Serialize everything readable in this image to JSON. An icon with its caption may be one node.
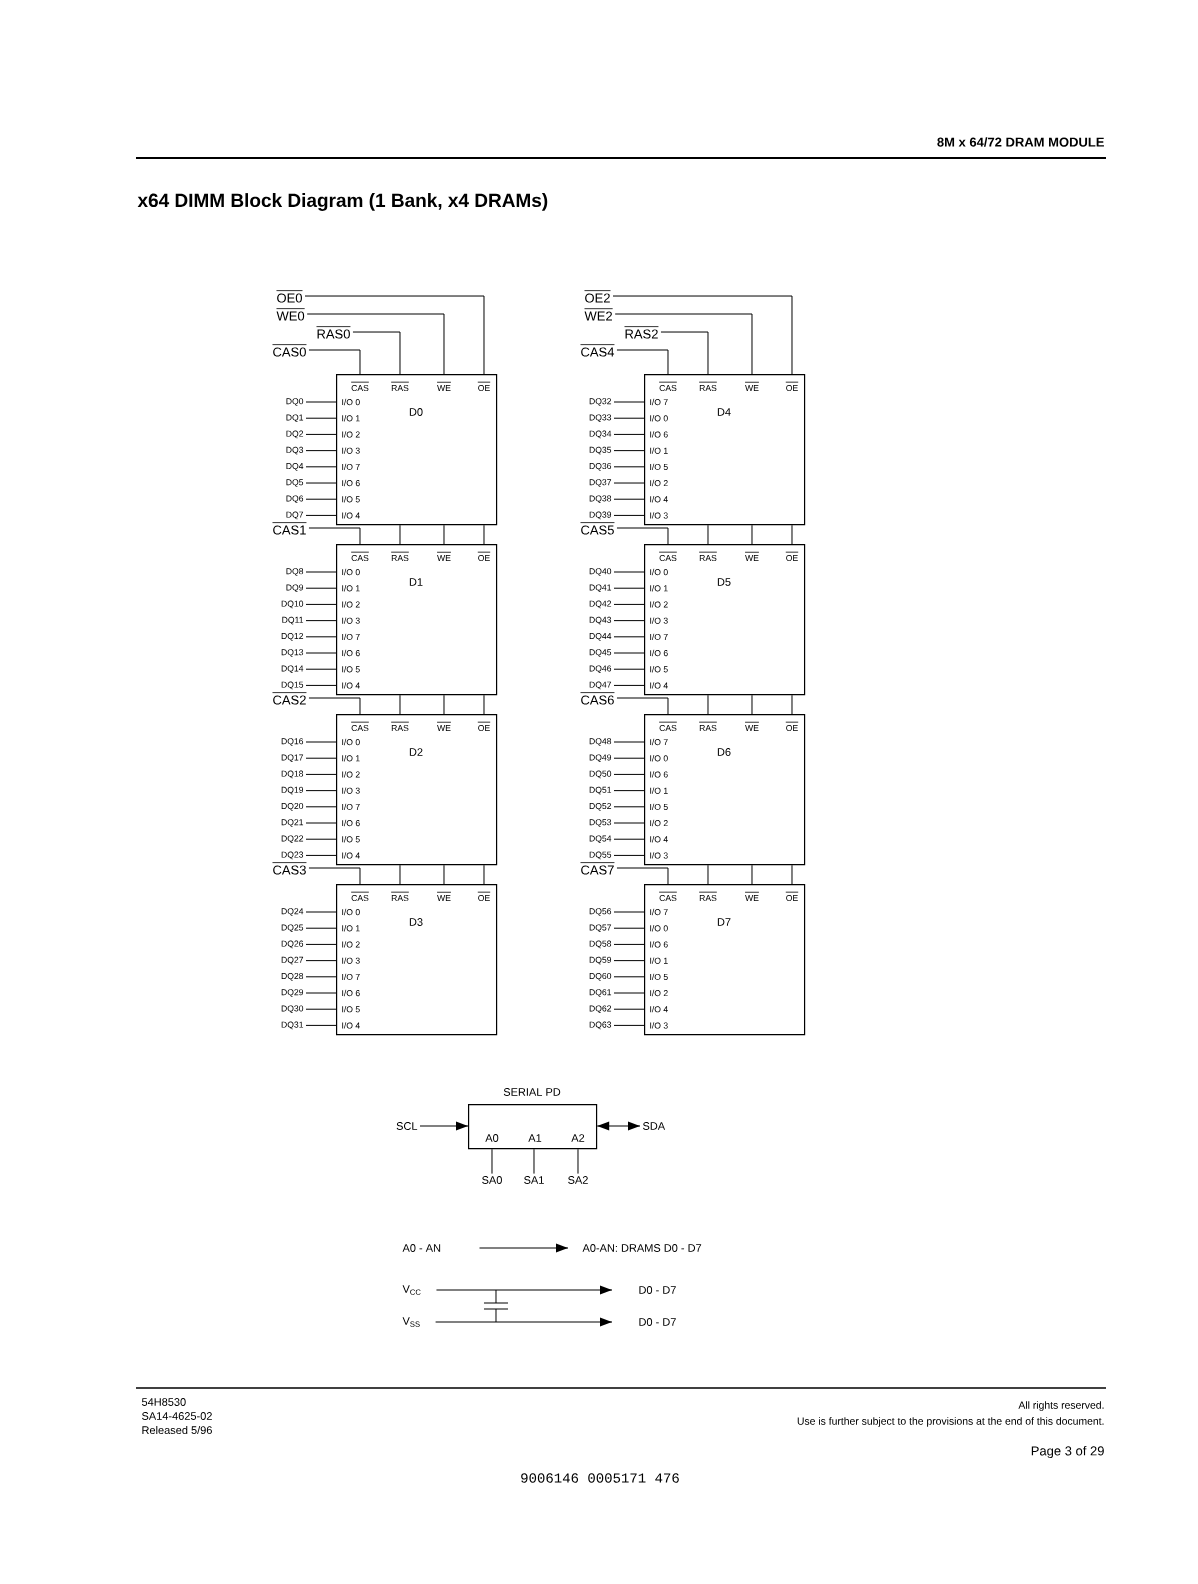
{
  "diagram": {
    "title": "x64 DIMM Block Diagram (1 Bank, x4 DRAMs)",
    "nodes": [
      {
        "text": [
          "OE0"
        ]
      },
      {
        "text": [
          "WE0"
        ]
      },
      {
        "text": [
          "RAS0"
        ]
      },
      {
        "text": [
          "CAS0"
        ]
      },
      {
        "text": [
          "CAS",
          "RAS",
          "WE",
          "OE",
          "D0",
          "I/O 0",
          "I/O 1",
          "I/O 2",
          "I/O 3",
          "I/O 7",
          "I/O 6",
          "I/O 5",
          "I/O 4"
        ]
      },
      {
        "text": [
          "DQ0"
        ]
      },
      {
        "text": [
          "DQ1"
        ]
      },
      {
        "text": [
          "DQ2"
        ]
      },
      {
        "text": [
          "DQ3"
        ]
      },
      {
        "text": [
          "DQ4"
        ]
      },
      {
        "text": [
          "DQ5"
        ]
      },
      {
        "text": [
          "DQ6"
        ]
      },
      {
        "text": [
          "DQ7"
        ]
      },
      {
        "text": [
          "CAS1"
        ]
      },
      {
        "text": [
          "CAS",
          "RAS",
          "WE",
          "OE",
          "D1",
          "I/O 0",
          "I/O 1",
          "I/O 2",
          "I/O 3",
          "I/O 7",
          "I/O 6",
          "I/O 5",
          "I/O 4"
        ]
      },
      {
        "text": [
          "DQ8"
        ]
      },
      {
        "text": [
          "DQ9"
        ]
      },
      {
        "text": [
          "DQ10"
        ]
      },
      {
        "text": [
          "DQ11"
        ]
      },
      {
        "text": [
          "DQ12"
        ]
      },
      {
        "text": [
          "DQ13"
        ]
      },
      {
        "text": [
          "DQ14"
        ]
      },
      {
        "text": [
          "DQ15"
        ]
      },
      {
        "text": [
          "CAS2"
        ]
      },
      {
        "text": [
          "CAS",
          "RAS",
          "WE",
          "OE",
          "D2",
          "I/O 0",
          "I/O 1",
          "I/O 2",
          "I/O 3",
          "I/O 7",
          "I/O 6",
          "I/O 5",
          "I/O 4"
        ]
      },
      {
        "text": [
          "DQ16"
        ]
      },
      {
        "text": [
          "DQ17"
        ]
      },
      {
        "text": [
          "DQ18"
        ]
      },
      {
        "text": [
          "DQ19"
        ]
      },
      {
        "text": [
          "DQ20"
        ]
      },
      {
        "text": [
          "DQ21"
        ]
      },
      {
        "text": [
          "DQ22"
        ]
      },
      {
        "text": [
          "DQ23"
        ]
      },
      {
        "text": [
          "CAS3"
        ]
      },
      {
        "text": [
          "CAS",
          "RAS",
          "WE",
          "OE",
          "D3",
          "I/O 0",
          "I/O 1",
          "I/O 2",
          "I/O 3",
          "I/O 7",
          "I/O 6",
          "I/O 5",
          "I/O 4"
        ]
      },
      {
        "text": [
          "DQ24"
        ]
      },
      {
        "text": [
          "DQ25"
        ]
      },
      {
        "text": [
          "DQ26"
        ]
      },
      {
        "text": [
          "DQ27"
        ]
      },
      {
        "text": [
          "DQ28"
        ]
      },
      {
        "text": [
          "DQ29"
        ]
      },
      {
        "text": [
          "DQ30"
        ]
      },
      {
        "text": [
          "DQ31"
        ]
      },
      {
        "text": [
          "OE2"
        ]
      },
      {
        "text": [
          "WE2"
        ]
      },
      {
        "text": [
          "RAS2"
        ]
      },
      {
        "text": [
          "CAS4"
        ]
      },
      {
        "text": [
          "CAS",
          "RAS",
          "WE",
          "OE",
          "D4",
          "I/O 7",
          "I/O 0",
          "I/O 6",
          "I/O 1",
          "I/O 5",
          "I/O 2",
          "I/O 4",
          "I/O 3"
        ]
      },
      {
        "text": [
          "DQ32"
        ]
      },
      {
        "text": [
          "DQ33"
        ]
      },
      {
        "text": [
          "DQ34"
        ]
      },
      {
        "text": [
          "DQ35"
        ]
      },
      {
        "text": [
          "DQ36"
        ]
      },
      {
        "text": [
          "DQ37"
        ]
      },
      {
        "text": [
          "DQ38"
        ]
      },
      {
        "text": [
          "DQ39"
        ]
      },
      {
        "text": [
          "CAS5"
        ]
      },
      {
        "text": [
          "CAS",
          "RAS",
          "WE",
          "OE",
          "D5",
          "I/O 0",
          "I/O 1",
          "I/O 2",
          "I/O 3",
          "I/O 7",
          "I/O 6",
          "I/O 5",
          "I/O 4"
        ]
      },
      {
        "text": [
          "DQ40"
        ]
      },
      {
        "text": [
          "DQ41"
        ]
      },
      {
        "text": [
          "DQ42"
        ]
      },
      {
        "text": [
          "DQ43"
        ]
      },
      {
        "text": [
          "DQ44"
        ]
      },
      {
        "text": [
          "DQ45"
        ]
      },
      {
        "text": [
          "DQ46"
        ]
      },
      {
        "text": [
          "DQ47"
        ]
      },
      {
        "text": [
          "CAS6"
        ]
      },
      {
        "text": [
          "CAS",
          "RAS",
          "WE",
          "OE",
          "D6",
          "I/O 7",
          "I/O 0",
          "I/O 6",
          "I/O 1",
          "I/O 5",
          "I/O 2",
          "I/O 4",
          "I/O 3"
        ]
      },
      {
        "text": [
          "DQ48"
        ]
      },
      {
        "text": [
          "DQ49"
        ]
      },
      {
        "text": [
          "DQ50"
        ]
      },
      {
        "text": [
          "DQ51"
        ]
      },
      {
        "text": [
          "DQ52"
        ]
      },
      {
        "text": [
          "DQ53"
        ]
      },
      {
        "text": [
          "DQ54"
        ]
      },
      {
        "text": [
          "DQ55"
        ]
      },
      {
        "text": [
          "CAS7"
        ]
      },
      {
        "text": [
          "CAS",
          "RAS",
          "WE",
          "OE",
          "D7",
          "I/O 7",
          "I/O 0",
          "I/O 6",
          "I/O 1",
          "I/O 5",
          "I/O 2",
          "I/O 4",
          "I/O 3"
        ]
      },
      {
        "text": [
          "DQ56"
        ]
      },
      {
        "text": [
          "DQ57"
        ]
      },
      {
        "text": [
          "DQ58"
        ]
      },
      {
        "text": [
          "DQ59"
        ]
      },
      {
        "text": [
          "DQ60"
        ]
      },
      {
        "text": [
          "DQ61"
        ]
      },
      {
        "text": [
          "DQ62"
        ]
      },
      {
        "text": [
          "DQ63"
        ]
      },
      {
        "text": [
          "SERIAL PD",
          "A0",
          "A1",
          "A2"
        ]
      },
      {
        "text": [
          "SCL"
        ]
      },
      {
        "text": [
          "SDA"
        ]
      },
      {
        "text": [
          "SA0"
        ]
      },
      {
        "text": [
          "SA1"
        ]
      },
      {
        "text": [
          "SA2"
        ]
      },
      {
        "text": [
          "A0 - AN"
        ]
      },
      {
        "text": [
          "A0-AN: DRAMS D0 - D7"
        ]
      },
      {
        "text": [
          "V$_{CC}$"
        ]
      },
      {
        "text": [
          "D0 - D7"
        ]
      },
      {
        "text": [
          "V$_{SS}$"
        ]
      },
      {
        "text": [
          "D0 - D7"
        ]
      }
    ],
    "edges": [
      {
        "from": 0,
        "to": 4,
        "arrow": "none"
      },
      {
        "from": 1,
        "to": 4,
        "arrow": "none"
      },
      {
        "from": 2,
        "to": 4,
        "arrow": "none"
      },
      {
        "from": 3,
        "to": 4,
        "arrow": "none"
      },
      {
        "from": 5,
        "to": 4,
        "arrow": "none"
      },
      {
        "from": 6,
        "to": 4,
        "arrow": "none"
      },
      {
        "from": 7,
        "to": 4,
        "arrow": "none"
      },
      {
        "from": 8,
        "to": 4,
        "arrow": "none"
      },
      {
        "from": 9,
        "to": 4,
        "arrow": "none"
      },
      {
        "from": 10,
        "to": 4,
        "arrow": "none"
      },
      {
        "from": 11,
        "to": 4,
        "arrow": "none"
      },
      {
        "from": 12,
        "to": 4,
        "arrow": "none"
      },
      {
        "from": 4,
        "to": 14,
        "arrow": "none"
      },
      {
        "from": 4,
        "to": 14,
        "arrow": "none"
      },
      {
        "from": 4,
        "to": 14,
        "arrow": "none"
      },
      {
        "from": 13,
        "to": 14,
        "arrow": "none"
      },
      {
        "from": 15,
        "to": 14,
        "arrow": "none"
      },
      {
        "from": 16,
        "to": 14,
        "arrow": "none"
      },
      {
        "from": 17,
        "to": 14,
        "arrow": "none"
      },
      {
        "from": 18,
        "to": 14,
        "arrow": "none"
      },
      {
        "from": 19,
        "to": 14,
        "arrow": "none"
      },
      {
        "from": 20,
        "to": 14,
        "arrow": "none"
      },
      {
        "from": 21,
        "to": 14,
        "arrow": "none"
      },
      {
        "from": 22,
        "to": 14,
        "arrow": "none"
      },
      {
        "from": 14,
        "to": 24,
        "arrow": "none"
      },
      {
        "from": 14,
        "to": 24,
        "arrow": "none"
      },
      {
        "from": 14,
        "to": 24,
        "arrow": "none"
      },
      {
        "from": 23,
        "to": 24,
        "arrow": "none"
      },
      {
        "from": 25,
        "to": 24,
        "arrow": "none"
      },
      {
        "from": 26,
        "to": 24,
        "arrow": "none"
      },
      {
        "from": 27,
        "to": 24,
        "arrow": "none"
      },
      {
        "from": 28,
        "to": 24,
        "arrow": "none"
      },
      {
        "from": 29,
        "to": 24,
        "arrow": "none"
      },
      {
        "from": 30,
        "to": 24,
        "arrow": "none"
      },
      {
        "from": 31,
        "to": 24,
        "arrow": "none"
      },
      {
        "from": 32,
        "to": 24,
        "arrow": "none"
      },
      {
        "from": 24,
        "to": 34,
        "arrow": "none"
      },
      {
        "from": 24,
        "to": 34,
        "arrow": "none"
      },
      {
        "from": 24,
        "to": 34,
        "arrow": "none"
      },
      {
        "from": 33,
        "to": 34,
        "arrow": "none"
      },
      {
        "from": 35,
        "to": 34,
        "arrow": "none"
      },
      {
        "from": 36,
        "to": 34,
        "arrow": "none"
      },
      {
        "from": 37,
        "to": 34,
        "arrow": "none"
      },
      {
        "from": 38,
        "to": 34,
        "arrow": "none"
      },
      {
        "from": 39,
        "to": 34,
        "arrow": "none"
      },
      {
        "from": 40,
        "to": 34,
        "arrow": "none"
      },
      {
        "from": 41,
        "to": 34,
        "arrow": "none"
      },
      {
        "from": 42,
        "to": 34,
        "arrow": "none"
      },
      {
        "from": 43,
        "to": 47,
        "arrow": "none"
      },
      {
        "from": 44,
        "to": 47,
        "arrow": "none"
      },
      {
        "from": 45,
        "to": 47,
        "arrow": "none"
      },
      {
        "from": 46,
        "to": 47,
        "arrow": "none"
      },
      {
        "from": 48,
        "to": 47,
        "arrow": "none"
      },
      {
        "from": 49,
        "to": 47,
        "arrow": "none"
      },
      {
        "from": 50,
        "to": 47,
        "arrow": "none"
      },
      {
        "from": 51,
        "to": 47,
        "arrow": "none"
      },
      {
        "from": 52,
        "to": 47,
        "arrow": "none"
      },
      {
        "from": 53,
        "to": 47,
        "arrow": "none"
      },
      {
        "from": 54,
        "to": 47,
        "arrow": "none"
      },
      {
        "from": 55,
        "to": 47,
        "arrow": "none"
      },
      {
        "from": 47,
        "to": 57,
        "arrow": "none"
      },
      {
        "from": 47,
        "to": 57,
        "arrow": "none"
      },
      {
        "from": 47,
        "to": 57,
        "arrow": "none"
      },
      {
        "from": 56,
        "to": 57,
        "arrow": "none"
      },
      {
        "from": 58,
        "to": 57,
        "arrow": "none"
      },
      {
        "from": 59,
        "to": 57,
        "arrow": "none"
      },
      {
        "from": 60,
        "to": 57,
        "arrow": "none"
      },
      {
        "from": 61,
        "to": 57,
        "arrow": "none"
      },
      {
        "from": 62,
        "to": 57,
        "arrow": "none"
      },
      {
        "from": 63,
        "to": 57,
        "arrow": "none"
      },
      {
        "from": 64,
        "to": 57,
        "arrow": "none"
      },
      {
        "from": 65,
        "to": 57,
        "arrow": "none"
      },
      {
        "from": 57,
        "to": 67,
        "arrow": "none"
      },
      {
        "from": 57,
        "to": 67,
        "arrow": "none"
      },
      {
        "from": 57,
        "to": 67,
        "arrow": "none"
      },
      {
        "from": 66,
        "to": 67,
        "arrow": "none"
      },
      {
        "from": 68,
        "to": 67,
        "arrow": "none"
      },
      {
        "from": 69,
        "to": 67,
        "arrow": "none"
      },
      {
        "from": 70,
        "to": 67,
        "arrow": "none"
      },
      {
        "from": 71,
        "to": 67,
        "arrow": "none"
      },
      {
        "from": 72,
        "to": 67,
        "arrow": "none"
      },
      {
        "from": 73,
        "to": 67,
        "arrow": "none"
      },
      {
        "from": 74,
        "to": 67,
        "arrow": "none"
      },
      {
        "from": 75,
        "to": 67,
        "arrow": "none"
      },
      {
        "from": 67,
        "to": 77,
        "arrow": "none"
      },
      {
        "from": 67,
        "to": 77,
        "arrow": "none"
      },
      {
        "from": 67,
        "to": 77,
        "arrow": "none"
      },
      {
        "from": 76,
        "to": 77,
        "arrow": "none"
      },
      {
        "from": 78,
        "to": 77,
        "arrow": "none"
      },
      {
        "from": 79,
        "to": 77,
        "arrow": "none"
      },
      {
        "from": 80,
        "to": 77,
        "arrow": "none"
      },
      {
        "from": 81,
        "to": 77,
        "arrow": "none"
      },
      {
        "from": 82,
        "to": 77,
        "arrow": "none"
      },
      {
        "from": 83,
        "to": 77,
        "arrow": "none"
      },
      {
        "from": 84,
        "to": 77,
        "arrow": "none"
      },
      {
        "from": 85,
        "to": 77,
        "arrow": "none"
      },
      {
        "from": 87,
        "to": 86,
        "arrow": "to"
      },
      {
        "from": 86,
        "to": 88,
        "arrow": "both"
      },
      {
        "from": 86,
        "to": 89,
        "arrow": "none"
      },
      {
        "from": 86,
        "to": 90,
        "arrow": "none"
      },
      {
        "from": 86,
        "to": 91,
        "arrow": "none"
      },
      {
        "from": 92,
        "to": 93,
        "arrow": "to"
      },
      {
        "from": 94,
        "to": 95,
        "arrow": "to"
      },
      {
        "from": 96,
        "to": 97,
        "arrow": "to"
      }
    ],
    "labels": [
      "8M x 64/72 DRAM MODULE",
      "54H8530",
      "SA14-4625-02",
      "Released 5/96",
      "All rights reserved.",
      "Use is further subject to the provisions at the end of this document.",
      "Page 3 of 29",
      "9006146 0005171 476"
    ]
  }
}
